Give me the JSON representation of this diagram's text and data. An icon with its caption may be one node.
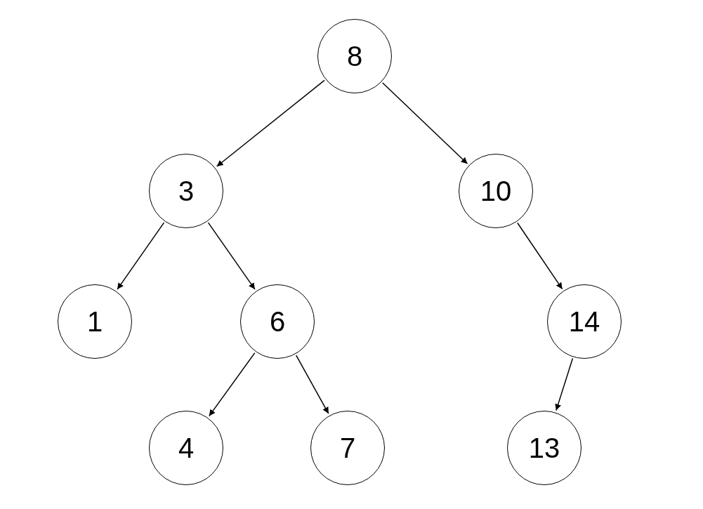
{
  "diagram": {
    "nodes": [
      {
        "text": [
          "8"
        ]
      },
      {
        "text": [
          "3"
        ]
      },
      {
        "text": [
          "10"
        ]
      },
      {
        "text": [
          "1"
        ]
      },
      {
        "text": [
          "6"
        ]
      },
      {
        "text": [
          "14"
        ]
      },
      {
        "text": [
          "4"
        ]
      },
      {
        "text": [
          "7"
        ]
      },
      {
        "text": [
          "13"
        ]
      }
    ],
    "edges": [
      {
        "from": 0,
        "to": 1,
        "arrow": "to"
      },
      {
        "from": 0,
        "to": 2,
        "arrow": "to"
      },
      {
        "from": 1,
        "to": 3,
        "arrow": "to"
      },
      {
        "from": 1,
        "to": 4,
        "arrow": "to"
      },
      {
        "from": 2,
        "to": 5,
        "arrow": "to"
      },
      {
        "from": 4,
        "to": 6,
        "arrow": "to"
      },
      {
        "from": 4,
        "to": 7,
        "arrow": "to"
      },
      {
        "from": 5,
        "to": 8,
        "arrow": "to"
      }
    ]
  }
}
